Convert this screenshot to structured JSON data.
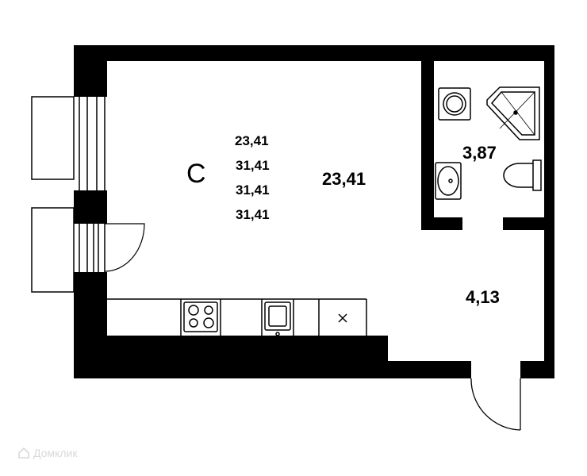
{
  "room_type_label": "С",
  "area_list": [
    "23,41",
    "31,41",
    "31,41",
    "31,41"
  ],
  "rooms": {
    "main_room_area": "23,41",
    "bathroom_area": "3,87",
    "hallway_area": "4,13"
  },
  "watermark": "Домклик",
  "icons": [
    "washing-machine-icon",
    "shower-icon",
    "sink-icon",
    "toilet-icon",
    "cooktop-icon",
    "kitchen-sink-icon",
    "cross-mark-icon",
    "door-swing-icon",
    "balcony-icon"
  ],
  "colors": {
    "wall": "#000000",
    "background": "#ffffff",
    "watermark": "#d9d9d9"
  }
}
